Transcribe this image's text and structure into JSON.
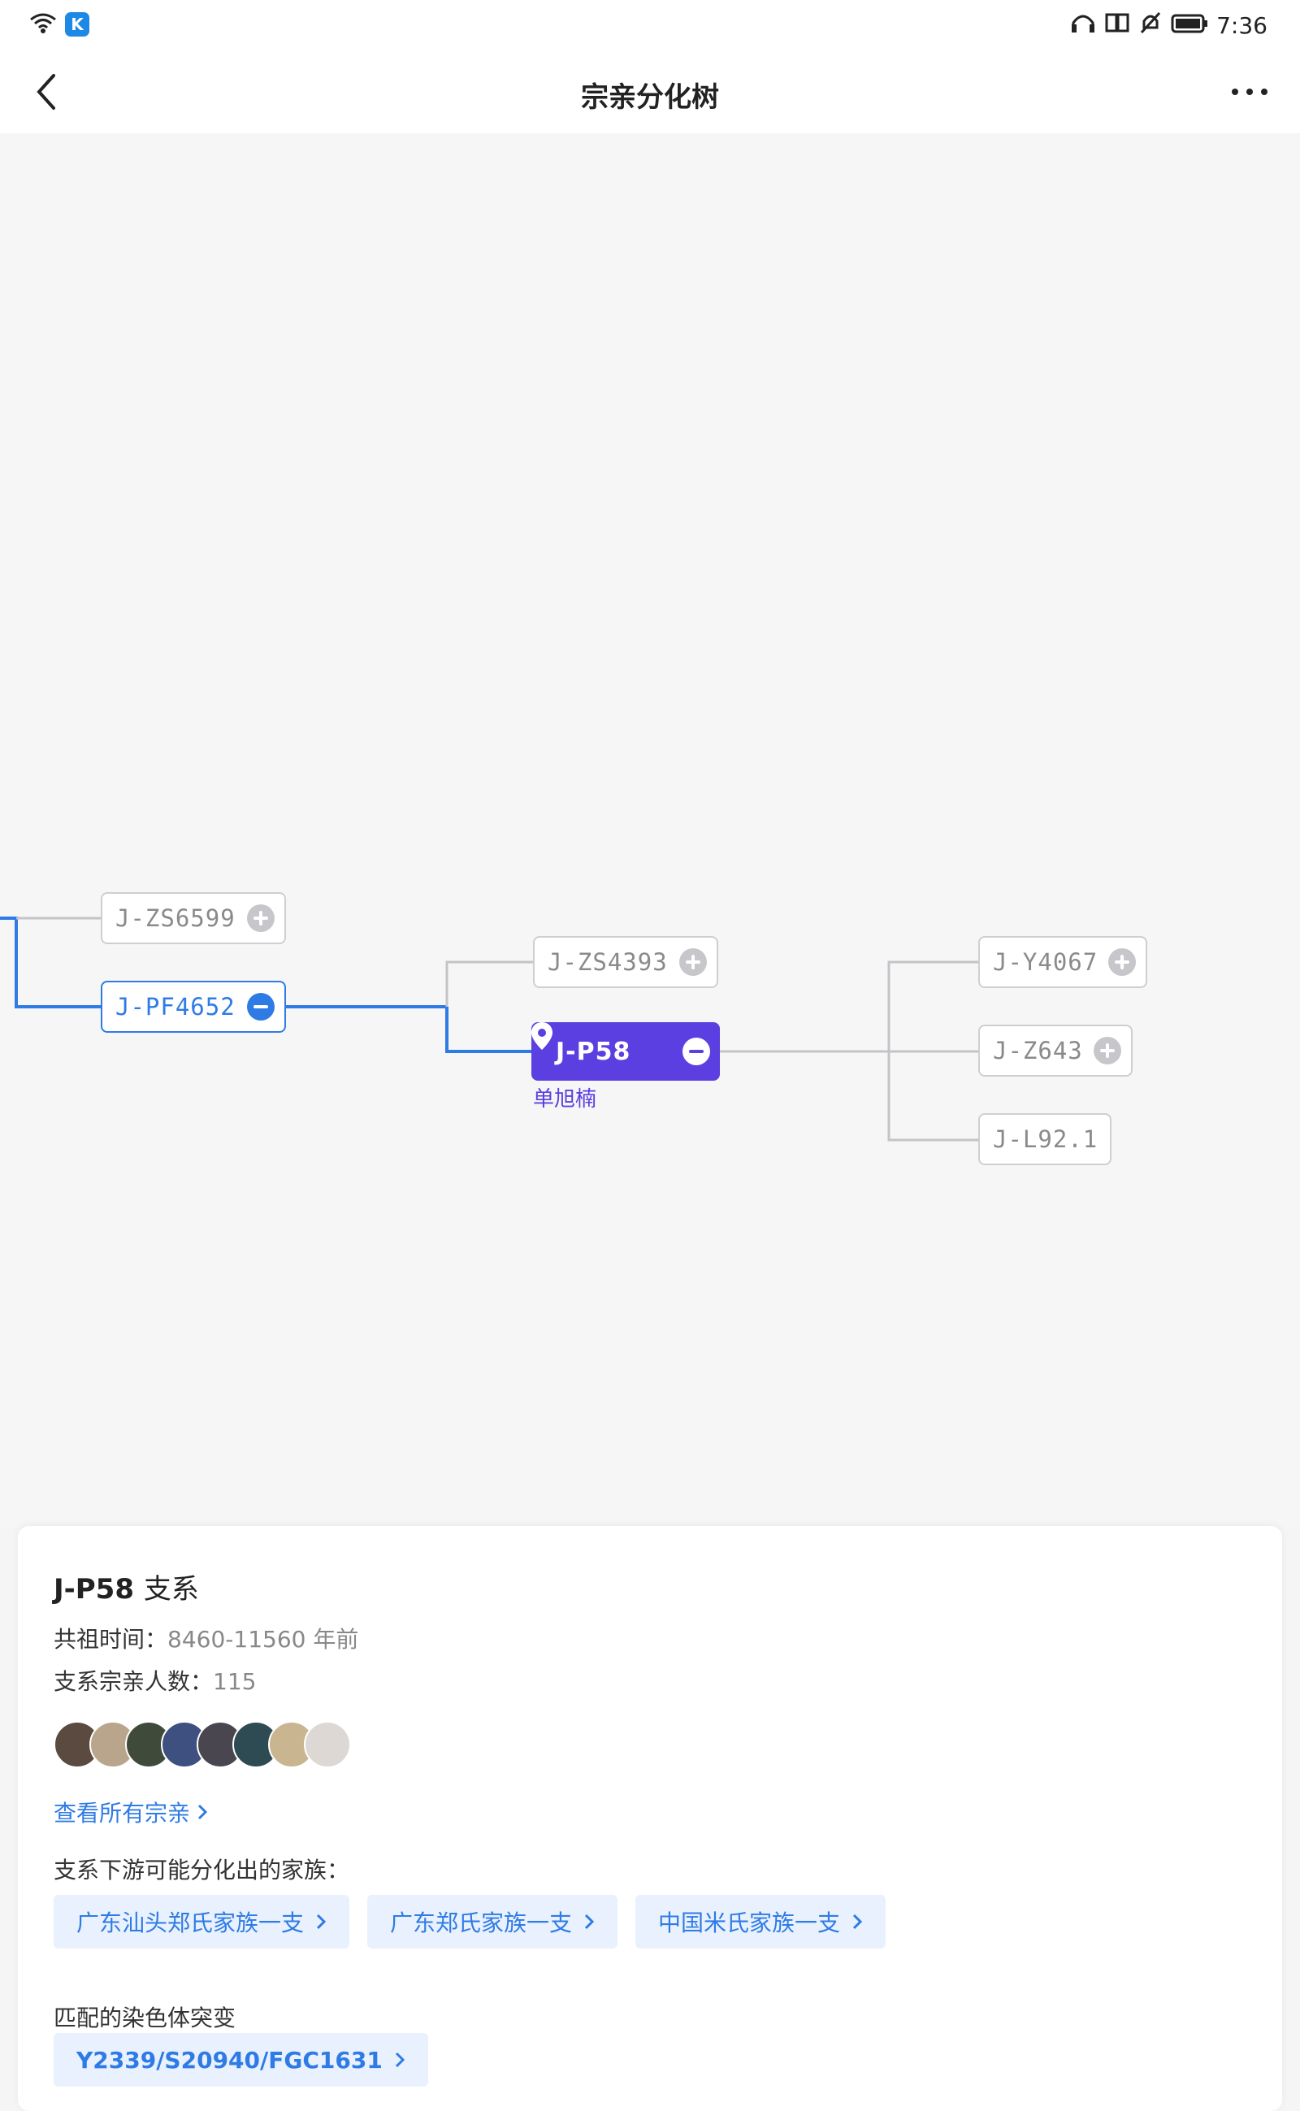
{
  "status_bar": {
    "time": "7:36"
  },
  "nav": {
    "title": "宗亲分化树"
  },
  "tree": {
    "nodes": {
      "zs6599": "J-ZS6599",
      "pf4652": "J-PF4652",
      "zs4393": "J-ZS4393",
      "p58": "J-P58",
      "p58_caption": "单旭楠",
      "y4067": "J-Y4067",
      "z643": "J-Z643",
      "l921": "J-L92.1"
    },
    "colors": {
      "active": "#2f7be5",
      "current": "#5b3fe0",
      "inactive_line": "#c4c4c8"
    }
  },
  "card": {
    "title": "J-P58",
    "title_suffix": "支系",
    "ancestor_time_label": "共祖时间：",
    "ancestor_time_value": "8460-11560 年前",
    "member_count_label": "支系宗亲人数：",
    "member_count_value": "115",
    "view_all_link": "查看所有宗亲",
    "families_label": "支系下游可能分化出的家族：",
    "families": [
      "广东汕头郑氏家族一支",
      "广东郑氏家族一支",
      "中国米氏家族一支"
    ],
    "mutation_label": "匹配的染色体突变",
    "mutation_tag": "Y2339/S20940/FGC1631"
  }
}
